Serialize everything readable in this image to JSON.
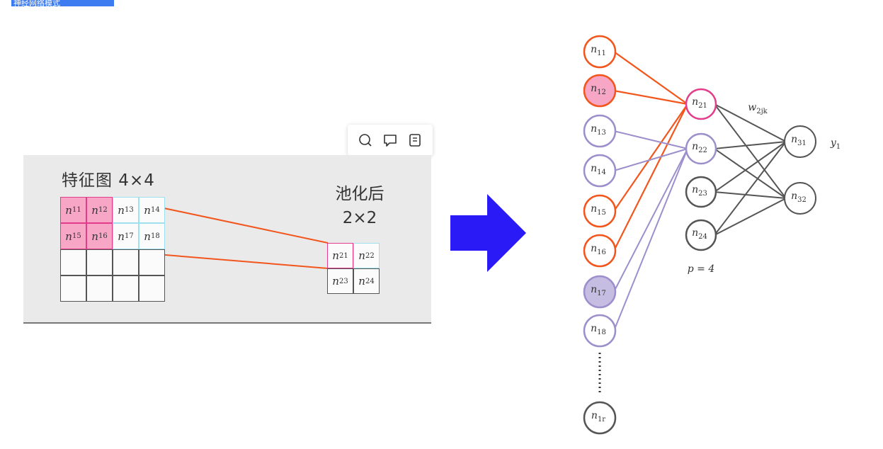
{
  "selection_tag": "神经网络模式",
  "toolbar": {
    "icons": [
      "search-icon",
      "comment-icon",
      "note-icon"
    ]
  },
  "left_figure": {
    "title": "特征图 4×4",
    "pool_title_line1": "池化后",
    "pool_title_line2": "2×2",
    "feature_cells": [
      "n11",
      "n12",
      "n13",
      "n14",
      "n15",
      "n16",
      "n17",
      "n18",
      "",
      "",
      "",
      "",
      "",
      "",
      "",
      ""
    ],
    "pooled_cells": [
      "n21",
      "n22",
      "n23",
      "n24"
    ]
  },
  "colors": {
    "pink": "#f7a6c6",
    "magenta": "#e23c8a",
    "orange": "#f2561c",
    "lavender": "#9c8fcc",
    "arrow_blue": "#2a1af5"
  },
  "network": {
    "input_nodes": [
      "n11",
      "n12",
      "n13",
      "n14",
      "n15",
      "n16",
      "n17",
      "n18",
      "n1r"
    ],
    "hidden_nodes": [
      "n21",
      "n22",
      "n23",
      "n24"
    ],
    "output_nodes": [
      "n31",
      "n32"
    ],
    "weight_label": "w2jk",
    "output_label": "y1",
    "p_label": "p = 4"
  }
}
